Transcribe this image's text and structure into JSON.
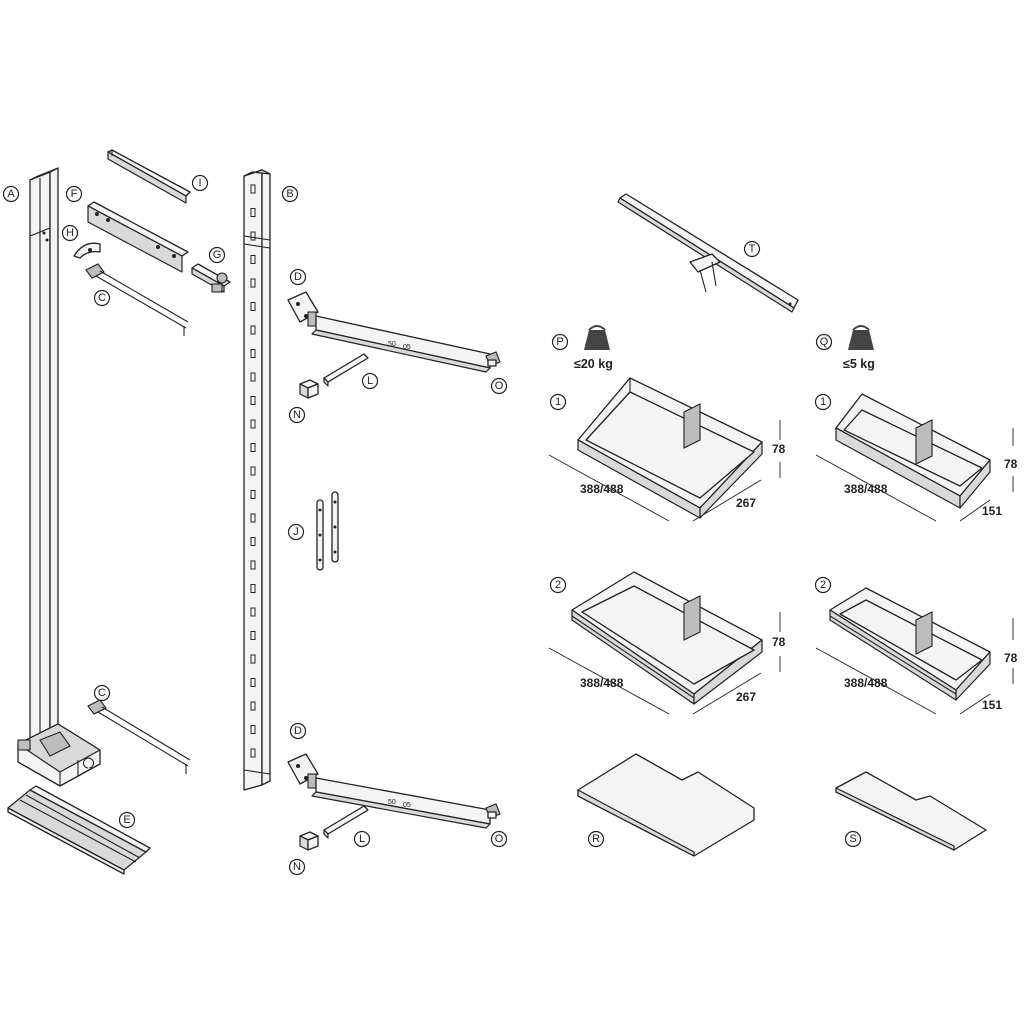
{
  "labels": {
    "A": "A",
    "B": "B",
    "C": "C",
    "D": "D",
    "E": "E",
    "F": "F",
    "G": "G",
    "H": "H",
    "I": "I",
    "J": "J",
    "L": "L",
    "N": "N",
    "O": "O",
    "P": "P",
    "Q": "Q",
    "R": "R",
    "S": "S",
    "T": "T",
    "one": "1",
    "two": "2"
  },
  "loads": {
    "p": "≤20 kg",
    "q": "≤5 kg"
  },
  "dims": {
    "width": "388/488",
    "height": "78",
    "depth_large": "267",
    "depth_small": "151"
  },
  "rail_marks": {
    "mark_a": "50",
    "mark_b": "05"
  },
  "colors": {
    "line": "#222222",
    "fill": "#f4f4f4",
    "shade": "#d9d9d9",
    "weight": "#444444"
  }
}
